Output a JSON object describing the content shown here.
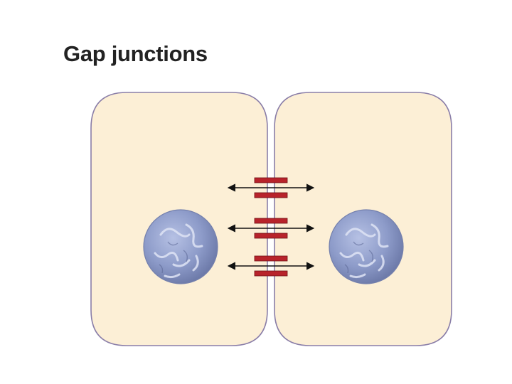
{
  "title": "Gap junctions",
  "colors": {
    "cytoplasm": "#fcefd6",
    "membrane": "#8a7ea8",
    "nucleus": "#8d9bc9",
    "channel": "#b8232b",
    "arrow": "#111111"
  },
  "cells": [
    {
      "name": "left-cell",
      "has_nucleus": true
    },
    {
      "name": "right-cell",
      "has_nucleus": true
    }
  ],
  "junction_count": 3
}
